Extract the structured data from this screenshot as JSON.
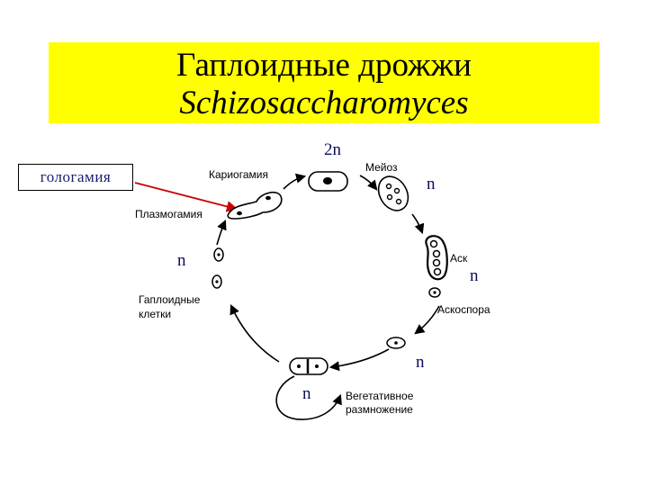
{
  "title": {
    "line1": "Гаплоидные дрожжи",
    "line2": "Schizosaccharomyces"
  },
  "hologamy_label": "гологамия",
  "ploidy": {
    "top": "2n",
    "after_meiosis": "n",
    "ascus": "n",
    "ascospore_release": "n",
    "vegetative": "n",
    "haploid_cells": "n"
  },
  "stages": {
    "karyogamy": "Кариогамия",
    "meiosis": "Мейоз",
    "ascus": "Аск",
    "ascospore": "Аскоспора",
    "vegetative_line1": "Вегетативное",
    "vegetative_line2": "размножение",
    "plasmogamy": "Плазмогамия",
    "haploid_line1": "Гаплоидные",
    "haploid_line2": "клетки"
  },
  "colors": {
    "title_background": "#ffff00",
    "hologamy_arrow": "#cc0000",
    "ploidy_text": "#0d0d5c"
  }
}
